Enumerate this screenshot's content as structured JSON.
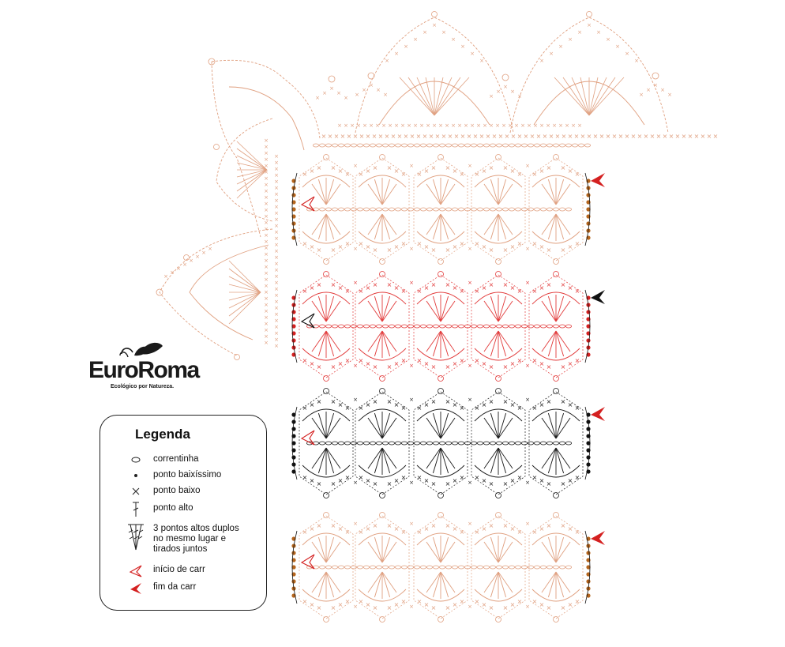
{
  "logo": {
    "brand": "EuroRoma",
    "tagline": "Ecológico por Natureza."
  },
  "legend": {
    "title": "Legenda",
    "items": [
      {
        "symbol": "chain-stitch-icon",
        "label": "correntinha"
      },
      {
        "symbol": "slip-stitch-icon",
        "label": "ponto baixíssimo"
      },
      {
        "symbol": "single-crochet-icon",
        "label": "ponto baixo"
      },
      {
        "symbol": "double-crochet-icon",
        "label": "ponto alto"
      },
      {
        "symbol": "treble-cluster-icon",
        "label_lines": [
          "3 pontos altos duplos",
          "no mesmo lugar e",
          "tirados juntos"
        ]
      },
      {
        "symbol": "row-start-arrow-icon",
        "label": "início de carr"
      },
      {
        "symbol": "row-end-arrow-icon",
        "label": "fim da carr"
      }
    ]
  },
  "diagram": {
    "colors": {
      "row_a": "#e0a080",
      "row_b": "#e23b3b",
      "row_c": "#1a1a1a",
      "dots_brown": "#b5651d",
      "dots_red": "#d42020",
      "dots_black": "#111111",
      "arrow_red": "#d42020",
      "arrow_black": "#111111",
      "legend_border": "#222222"
    },
    "bands": [
      {
        "color": "row_a",
        "dot_color": "dots_brown",
        "end_arrow": "arrow_red"
      },
      {
        "color": "row_b",
        "dot_color": "dots_red",
        "end_arrow": "arrow_black"
      },
      {
        "color": "row_c",
        "dot_color": "dots_black",
        "end_arrow": "arrow_red"
      },
      {
        "color": "row_a",
        "dot_color": "dots_brown",
        "end_arrow": "arrow_red"
      }
    ],
    "motifs_per_band": 5,
    "stitch_symbols": {
      "single_crochet": "×"
    }
  }
}
